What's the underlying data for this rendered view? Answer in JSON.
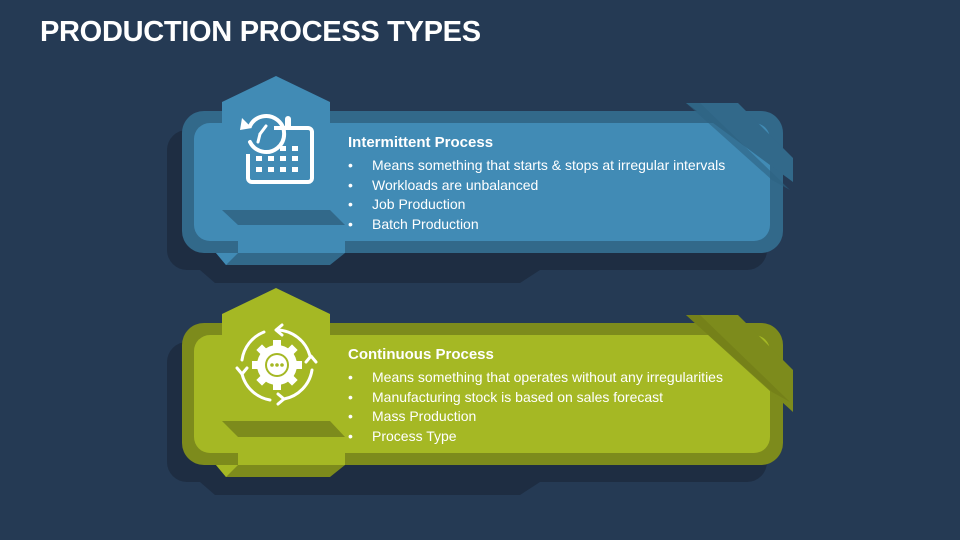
{
  "title": "PRODUCTION PROCESS TYPES",
  "colors": {
    "background": "#253a54",
    "blue_light": "#418bb5",
    "blue_dark": "#32698a",
    "green_light": "#a5b824",
    "green_dark": "#7d8b1c",
    "shadow": "#1e2d42"
  },
  "cards": [
    {
      "heading": "Intermittent Process",
      "icon": "clock-calendar-icon",
      "bullets": [
        "Means something that starts & stops at irregular intervals",
        "Workloads are unbalanced",
        "Job Production",
        "Batch Production"
      ]
    },
    {
      "heading": "Continuous Process",
      "icon": "gear-cycle-icon",
      "bullets": [
        "Means something that operates without any irregularities",
        "Manufacturing stock is based on sales forecast",
        "Mass Production",
        "Process Type"
      ]
    }
  ]
}
